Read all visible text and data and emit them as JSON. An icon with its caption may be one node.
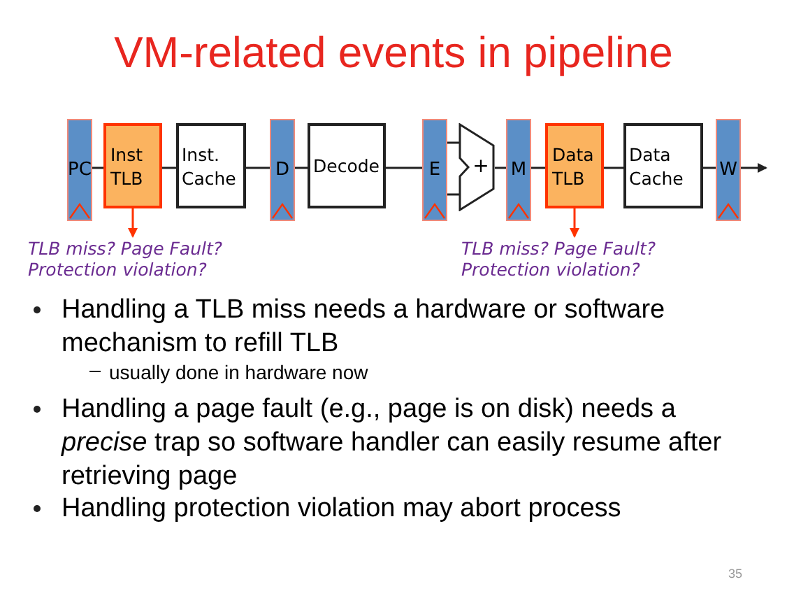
{
  "diagram": {
    "title": "VM-related events in pipeline",
    "nodes": [
      {
        "text": [
          "PC"
        ]
      },
      {
        "text": [
          "Inst TLB"
        ]
      },
      {
        "text": [
          "Inst. Cache"
        ]
      },
      {
        "text": [
          "D"
        ]
      },
      {
        "text": [
          "Decode"
        ]
      },
      {
        "text": [
          "E"
        ]
      },
      {
        "text": [
          "+"
        ]
      },
      {
        "text": [
          "M"
        ]
      },
      {
        "text": [
          "Data TLB"
        ]
      },
      {
        "text": [
          "Data Cache"
        ]
      },
      {
        "text": [
          "W"
        ]
      },
      {
        "text": [
          "TLB miss? Page Fault? Protection violation?"
        ]
      },
      {
        "text": [
          "TLB miss? Page Fault? Protection violation?"
        ]
      }
    ],
    "edges": [
      {
        "from": 0,
        "to": 1,
        "arrow": "none"
      },
      {
        "from": 1,
        "to": 2,
        "arrow": "none"
      },
      {
        "from": 2,
        "to": 3,
        "arrow": "none"
      },
      {
        "from": 3,
        "to": 4,
        "arrow": "none"
      },
      {
        "from": 4,
        "to": 5,
        "arrow": "none"
      },
      {
        "from": 5,
        "to": 6,
        "arrow": "none"
      },
      {
        "from": 6,
        "to": 7,
        "arrow": "none"
      },
      {
        "from": 7,
        "to": 8,
        "arrow": "none"
      },
      {
        "from": 8,
        "to": 9,
        "arrow": "none"
      },
      {
        "from": 9,
        "to": 10,
        "arrow": "none"
      },
      {
        "from": 10,
        "to": null,
        "arrow": "to"
      },
      {
        "from": 1,
        "to": 11,
        "arrow": "to",
        "color": "#ff3300"
      },
      {
        "from": 8,
        "to": 12,
        "arrow": "to",
        "color": "#ff3300"
      }
    ],
    "labels": [
      "Handling a TLB miss needs a hardware or software mechanism to refill TLB",
      "usually done in hardware now",
      "Handling a page fault (e.g., page is on disk) needs a *precise* trap so software handler can easily resume after retrieving page",
      "Handling protection violation may abort process",
      "35"
    ]
  }
}
